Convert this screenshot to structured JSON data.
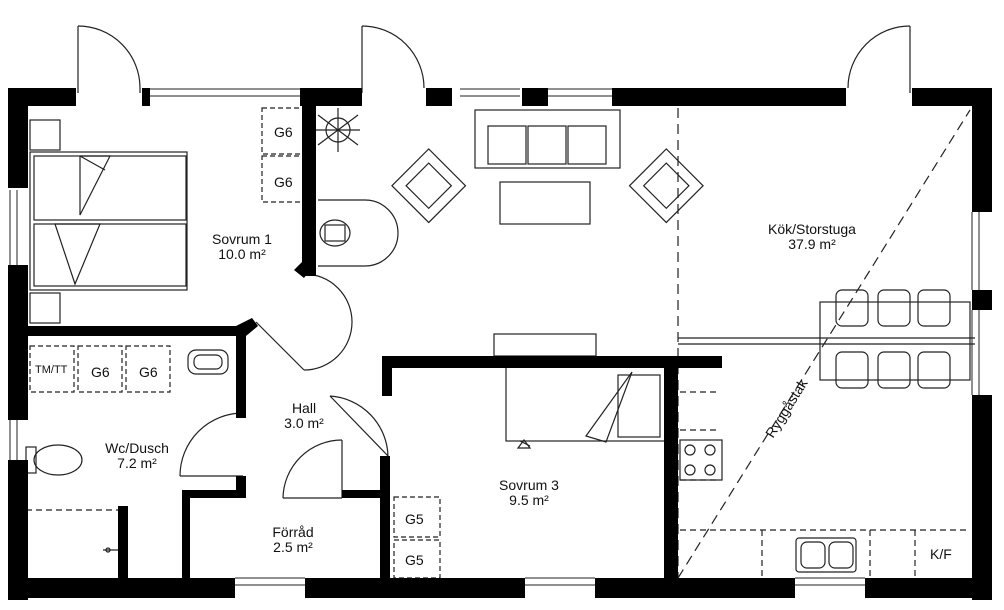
{
  "rooms": {
    "sovrum1": {
      "name": "Sovrum 1",
      "area": "10.0 m²"
    },
    "kok": {
      "name": "Kök/Storstuga",
      "area": "37.9 m²"
    },
    "hall": {
      "name": "Hall",
      "area": "3.0 m²"
    },
    "wc": {
      "name": "Wc/Dusch",
      "area": "7.2 m²"
    },
    "sovrum3": {
      "name": "Sovrum 3",
      "area": "9.5 m²"
    },
    "forrad": {
      "name": "Förråd",
      "area": "2.5 m²"
    }
  },
  "storage_tags": {
    "g6_a": "G6",
    "g6_b": "G6",
    "g6_c": "G6",
    "g6_d": "G6",
    "tmtt": "TM/TT",
    "g5_a": "G5",
    "g5_b": "G5",
    "kf": "K/F"
  },
  "ridge_label": "Ryggåstak",
  "colors": {
    "wall": "#000000",
    "line": "#222222",
    "background": "#ffffff"
  }
}
